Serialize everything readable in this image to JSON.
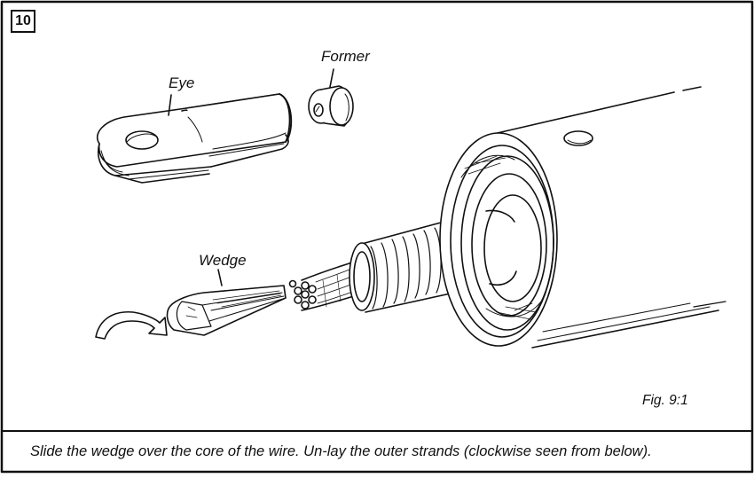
{
  "step": {
    "number": "10"
  },
  "labels": {
    "eye": "Eye",
    "former": "Former",
    "wedge": "Wedge"
  },
  "figure": {
    "ref": "Fig. 9:1"
  },
  "caption": "Slide the wedge over the core of the wire. Un-lay the outer strands (clockwise seen from below)."
}
